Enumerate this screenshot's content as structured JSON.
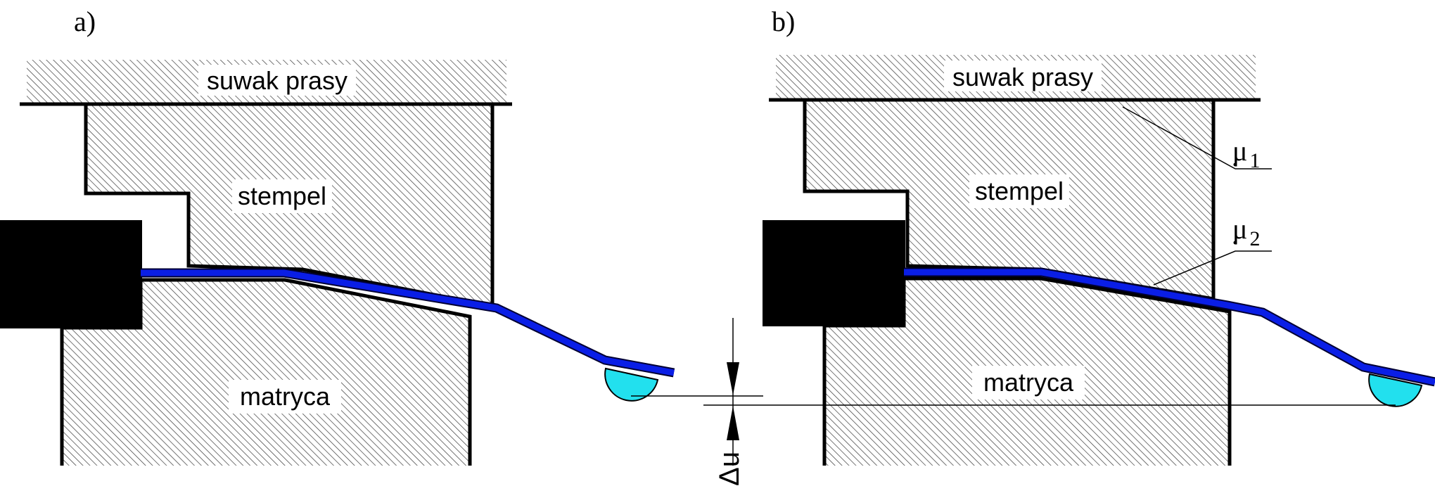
{
  "panels": {
    "a": {
      "panel_label": "a)",
      "slide_label": "suwak prasy",
      "punch_label": "stempel",
      "die_label": "matryca"
    },
    "b": {
      "panel_label": "b)",
      "slide_label": "suwak prasy",
      "punch_label": "stempel",
      "die_label": "matryca",
      "mu1": {
        "symbol": "μ",
        "subscript": "1"
      },
      "mu2": {
        "symbol": "μ",
        "subscript": "2"
      }
    }
  },
  "delta_u_label": "Δu",
  "colors": {
    "sheet": "#0a1ee6",
    "sheet_edge": "#000033",
    "ball": "#22e0ee",
    "hatch": "#333333",
    "blank_holder": "#000000"
  }
}
